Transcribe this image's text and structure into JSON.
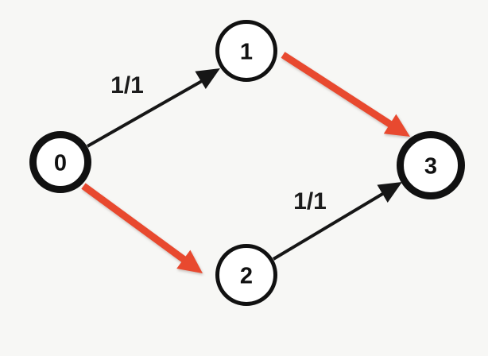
{
  "diagram": {
    "type": "flow-network-graph",
    "background": "#f7f7f5",
    "colors": {
      "node_fill": "#ffffff",
      "node_stroke": "#111111",
      "edge_black": "#161616",
      "edge_red": "#e8492f",
      "label_text": "#1c1c1c"
    },
    "nodes": [
      {
        "id": "0",
        "label": "0",
        "emphasis": true
      },
      {
        "id": "1",
        "label": "1",
        "emphasis": false
      },
      {
        "id": "2",
        "label": "2",
        "emphasis": false
      },
      {
        "id": "3",
        "label": "3",
        "emphasis": true
      }
    ],
    "edges": [
      {
        "from": "0",
        "to": "1",
        "label": "1/1",
        "style": "black-arrow"
      },
      {
        "from": "1",
        "to": "3",
        "label": "",
        "style": "red-arrow"
      },
      {
        "from": "0",
        "to": "2",
        "label": "",
        "style": "red-arrow"
      },
      {
        "from": "2",
        "to": "3",
        "label": "1/1",
        "style": "black-arrow"
      }
    ]
  }
}
